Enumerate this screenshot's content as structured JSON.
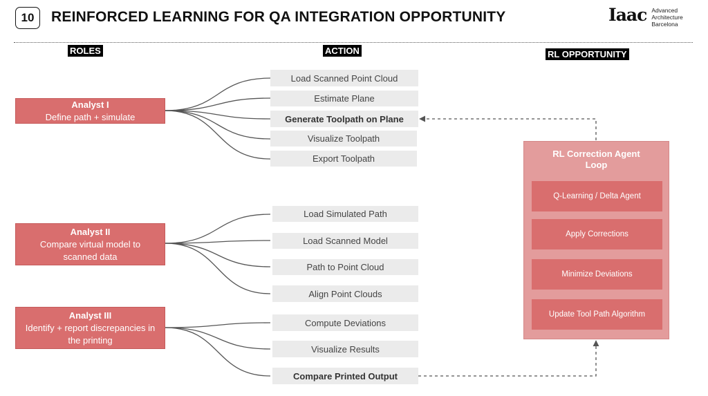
{
  "header": {
    "slide_number": "10",
    "title": "REINFORCED LEARNING FOR QA INTEGRATION OPPORTUNITY",
    "logo": {
      "mark": "Iaac",
      "lines": [
        "Advanced",
        "Architecture",
        "Barcelona"
      ]
    }
  },
  "columns": {
    "roles": "ROLES",
    "action": "ACTION",
    "rl_opportunity": "RL OPPORTUNITY"
  },
  "roles": [
    {
      "name": "Analyst I",
      "description": "Define path + simulate"
    },
    {
      "name": "Analyst II",
      "description": "Compare virtual model to scanned data"
    },
    {
      "name": "Analyst III",
      "description": "Identify + report discrepancies in the printing"
    }
  ],
  "actions": [
    {
      "label": "Load Scanned Point Cloud",
      "bold": false
    },
    {
      "label": "Estimate Plane",
      "bold": false
    },
    {
      "label": "Generate Toolpath on Plane",
      "bold": true
    },
    {
      "label": "Visualize Toolpath",
      "bold": false
    },
    {
      "label": "Export Toolpath",
      "bold": false
    },
    {
      "label": "Load Simulated Path",
      "bold": false
    },
    {
      "label": "Load Scanned Model",
      "bold": false
    },
    {
      "label": "Path to Point Cloud",
      "bold": false
    },
    {
      "label": "Align Point Clouds",
      "bold": false
    },
    {
      "label": "Compute Deviations",
      "bold": false
    },
    {
      "label": "Visualize Results",
      "bold": false
    },
    {
      "label": "Compare Printed Output",
      "bold": true
    }
  ],
  "rl_agent": {
    "title": "RL Correction Agent Loop",
    "steps": [
      "Q-Learning / Delta Agent",
      "Apply Corrections",
      "Minimize Deviations",
      "Update Tool Path Algorithm"
    ]
  },
  "colors": {
    "role_fill": "#d96e6e",
    "action_fill": "#ebebeb",
    "rl_panel_fill": "#e39c9c",
    "connector": "#555555"
  }
}
